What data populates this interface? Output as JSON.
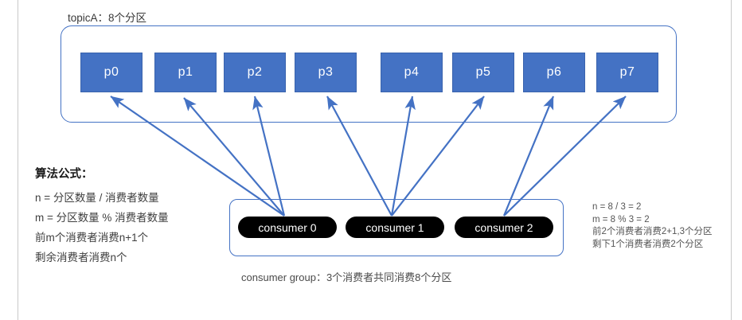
{
  "diagram": {
    "title_note": "topicA：8个分区",
    "topic": {
      "label": "topicA：8个分区",
      "partitions": [
        {
          "id": "p0",
          "label": "p0"
        },
        {
          "id": "p1",
          "label": "p1"
        },
        {
          "id": "p2",
          "label": "p2"
        },
        {
          "id": "p3",
          "label": "p3"
        },
        {
          "id": "p4",
          "label": "p4"
        },
        {
          "id": "p5",
          "label": "p5"
        },
        {
          "id": "p6",
          "label": "p6"
        },
        {
          "id": "p7",
          "label": "p7"
        }
      ]
    },
    "consumer_group": {
      "caption": "consumer group：3个消费者共同消费8个分区",
      "consumers": [
        {
          "id": "consumer-0",
          "label": "consumer 0"
        },
        {
          "id": "consumer-1",
          "label": "consumer 1"
        },
        {
          "id": "consumer-2",
          "label": "consumer 2"
        }
      ]
    },
    "assignments": [
      {
        "consumer": "consumer 0",
        "partitions": [
          "p0",
          "p1",
          "p2"
        ]
      },
      {
        "consumer": "consumer 1",
        "partitions": [
          "p3",
          "p4",
          "p5"
        ]
      },
      {
        "consumer": "consumer 2",
        "partitions": [
          "p6",
          "p7"
        ]
      }
    ],
    "formula": {
      "title": "算法公式：",
      "lines": [
        "n = 分区数量 / 消费者数量",
        "m = 分区数量 % 消费者数量",
        "前m个消费者消费n+1个",
        "剩余消费者消费n个"
      ]
    },
    "calculation": {
      "lines": [
        "n = 8 / 3 = 2",
        "m = 8 % 3 = 2",
        "前2个消费者消费2+1,3个分区",
        "剩下1个消费者消费2个分区"
      ]
    },
    "colors": {
      "partition_fill": "#4472c4",
      "partition_text": "#ffffff",
      "container_border": "#4472c4",
      "consumer_fill": "#000000",
      "consumer_text": "#ffffff",
      "arrow": "#4472c4",
      "page_rule": "#c9c9c9",
      "body_text": "#404040"
    }
  }
}
